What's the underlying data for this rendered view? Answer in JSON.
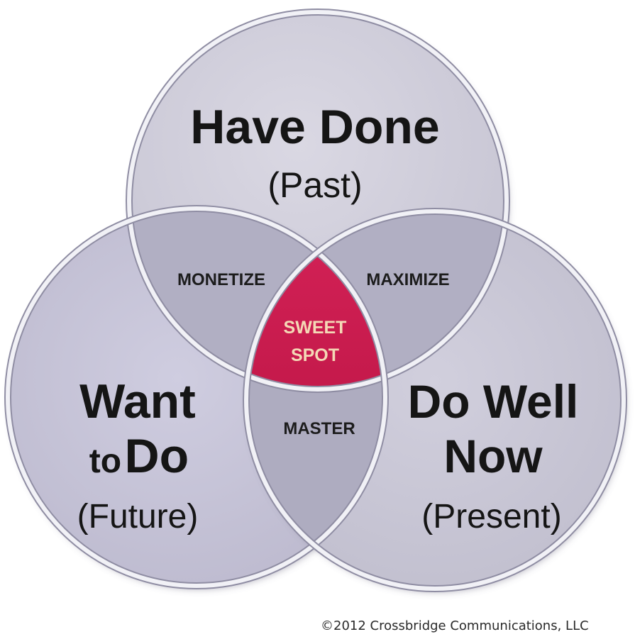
{
  "circles": {
    "top": {
      "title": "Have Done",
      "subtitle": "(Past)"
    },
    "left": {
      "title_line1": "Want",
      "title_line2_small": "to",
      "title_line2_big": "Do",
      "subtitle": "(Future)"
    },
    "right": {
      "title_line1": "Do Well",
      "title_line2": "Now",
      "subtitle": "(Present)"
    }
  },
  "overlaps": {
    "top_left": "MONETIZE",
    "top_right": "MAXIMIZE",
    "left_right": "MASTER",
    "center_line1": "SWEET",
    "center_line2": "SPOT"
  },
  "copyright": "©2012 Crossbridge Communications, LLC",
  "colors": {
    "circle_fill": "#cdcbd8",
    "overlap_fill": "#b3b1c4",
    "sweet_spot": "#c8174a",
    "ring": "#e6e6ee"
  }
}
